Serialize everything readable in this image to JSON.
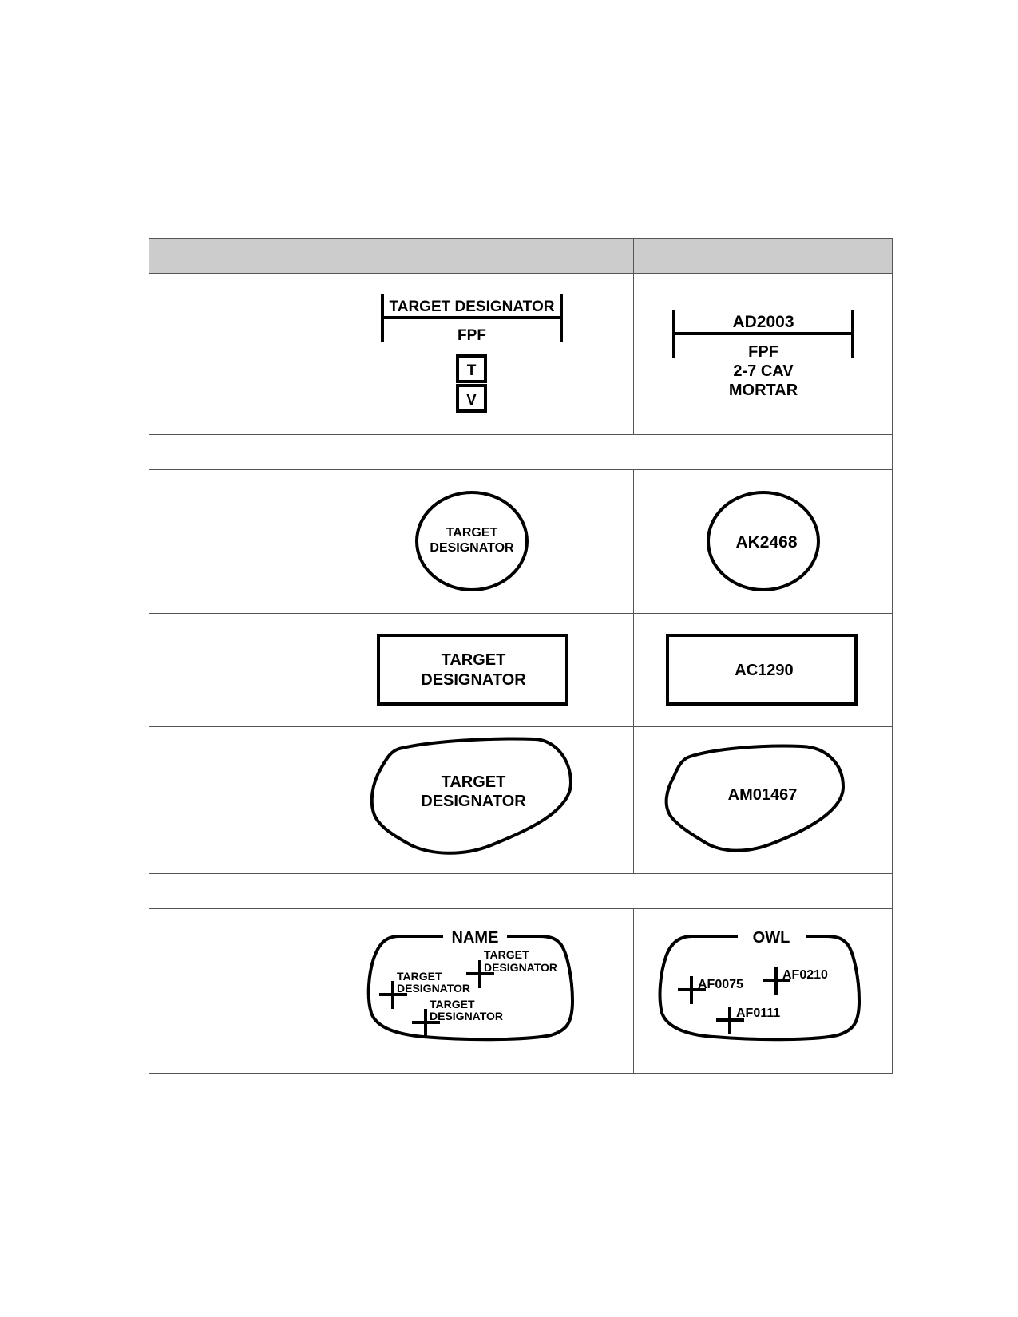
{
  "page": {
    "header_cells": [
      "",
      "",
      ""
    ],
    "rows": [
      {
        "kind": "symbol-row",
        "label": "",
        "template": {
          "shape": "linear-fpf",
          "top_text": "TARGET DESIGNATOR",
          "bottom_text": "FPF",
          "box_top": "T",
          "box_bottom": "V"
        },
        "example": {
          "shape": "linear-fpf",
          "top_text": "AD2003",
          "lines": [
            "FPF",
            "2-7 CAV",
            "MORTAR"
          ]
        }
      },
      {
        "kind": "section-band",
        "label": ""
      },
      {
        "kind": "symbol-row",
        "label": "",
        "template": {
          "shape": "circle",
          "lines": [
            "TARGET",
            "DESIGNATOR"
          ]
        },
        "example": {
          "shape": "circle",
          "lines": [
            "AK2468"
          ]
        }
      },
      {
        "kind": "symbol-row",
        "label": "",
        "template": {
          "shape": "rectangle",
          "lines": [
            "TARGET",
            "DESIGNATOR"
          ]
        },
        "example": {
          "shape": "rectangle",
          "lines": [
            "AC1290"
          ]
        }
      },
      {
        "kind": "symbol-row",
        "label": "",
        "template": {
          "shape": "irregular",
          "lines": [
            "TARGET",
            "DESIGNATOR"
          ]
        },
        "example": {
          "shape": "irregular",
          "lines": [
            "AM01467"
          ]
        }
      },
      {
        "kind": "section-band",
        "label": ""
      },
      {
        "kind": "symbol-row",
        "label": "",
        "template": {
          "shape": "group",
          "name": "NAME",
          "targets": [
            {
              "lines": [
                "TARGET",
                "DESIGNATOR"
              ]
            },
            {
              "lines": [
                "TARGET",
                "DESIGNATOR"
              ]
            },
            {
              "lines": [
                "TARGET",
                "DESIGNATOR"
              ]
            }
          ]
        },
        "example": {
          "shape": "group",
          "name": "OWL",
          "targets": [
            {
              "lines": [
                "AF0075"
              ]
            },
            {
              "lines": [
                "AF0210"
              ]
            },
            {
              "lines": [
                "AF0111"
              ]
            }
          ]
        }
      }
    ]
  }
}
